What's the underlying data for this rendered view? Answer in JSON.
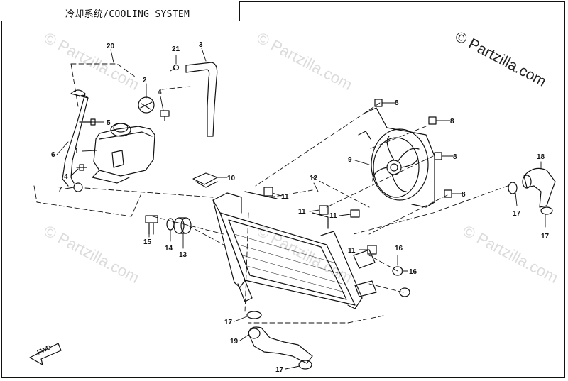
{
  "title": "冷却系统/COOLING SYSTEM",
  "watermark_main": "© Partzilla.com",
  "watermark_faded": "© Partzilla.com",
  "fwd_label": "FWD",
  "callouts": {
    "c1": "1",
    "c2": "2",
    "c3": "3",
    "c4a": "4",
    "c4b": "4",
    "c5": "5",
    "c6": "6",
    "c7": "7",
    "c8a": "8",
    "c8b": "8",
    "c8c": "8",
    "c8d": "8",
    "c9": "9",
    "c10": "10",
    "c11a": "11",
    "c11b": "11",
    "c11c": "11",
    "c11d": "11",
    "c12": "12",
    "c13": "13",
    "c14": "14",
    "c15": "15",
    "c16a": "16",
    "c16b": "16",
    "c17a": "17",
    "c17b": "17",
    "c17c": "17",
    "c17d": "17",
    "c18": "18",
    "c19": "19",
    "c20": "20",
    "c21": "21"
  },
  "colors": {
    "line": "#111111",
    "watermark": "#dcdcdc"
  }
}
